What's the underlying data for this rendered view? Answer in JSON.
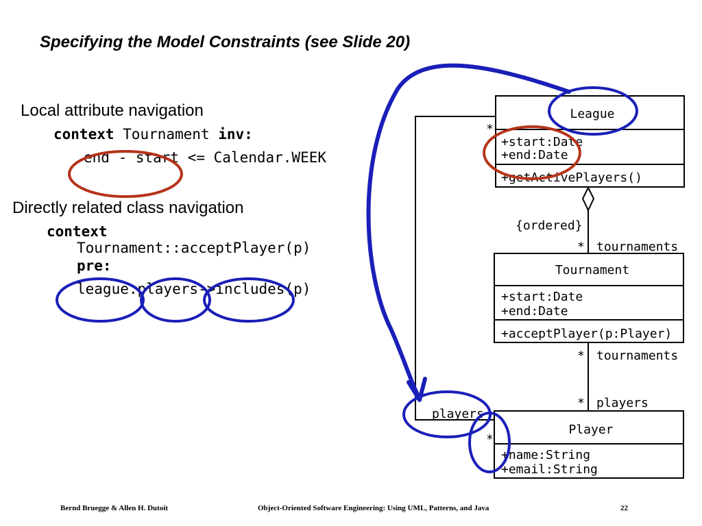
{
  "slide": {
    "title": "Specifying the Model Constraints (see Slide 20)",
    "page_number": "22"
  },
  "local_section": {
    "heading": "Local attribute navigation",
    "context_kw": "context",
    "context_class": " Tournament ",
    "inv_kw": "inv:",
    "expression": "end - start <= Calendar.WEEK"
  },
  "related_section": {
    "heading": "Directly related class navigation",
    "context_kw": "context",
    "operation": "Tournament::acceptPlayer(p)",
    "pre_kw": "pre:",
    "expression": "league.players->includes(p)"
  },
  "diagram": {
    "league": {
      "name": "League",
      "attributes": [
        "+start:Date",
        "+end:Date"
      ],
      "operations": [
        "+getActivePlayers()"
      ]
    },
    "tournament": {
      "name": "Tournament",
      "attributes": [
        "+start:Date",
        "+end:Date"
      ],
      "operations": [
        "+acceptPlayer(p:Player)"
      ]
    },
    "player": {
      "name": "Player",
      "attributes": [
        "+name:String",
        "+email:String"
      ]
    },
    "labels": {
      "league_player_mult_top": "*",
      "ordered": "{ordered}",
      "tournaments_mult_1": "*",
      "tournaments_role_1": "tournaments",
      "tournaments_mult_2": "*",
      "tournaments_role_2": "tournaments",
      "players_mult": "*",
      "players_role": "players",
      "players_role_left": "players",
      "player_mult_left": "*"
    }
  },
  "footer": {
    "left": "Bernd Bruegge & Allen H. Dutoit",
    "center": "Object-Oriented Software Engineering: Using UML, Patterns, and Java"
  }
}
